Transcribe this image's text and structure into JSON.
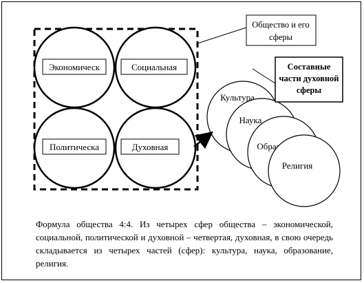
{
  "spheres": [
    {
      "label": "Экономическ"
    },
    {
      "label": "Социальная"
    },
    {
      "label": "Политическа"
    },
    {
      "label": "Духовная"
    }
  ],
  "callout_society": "Общество и его сферы",
  "callout_spiritual": "Составные части духовной сферы",
  "spiritual_parts": [
    {
      "label": "Культура"
    },
    {
      "label": "Наука"
    },
    {
      "label": "Образование"
    },
    {
      "label": "Религия"
    }
  ],
  "caption": "Формула общества 4:4. Из четырех сфер общества – экономической, социальной, политической и духовной – четвертая, духовная, в свою очередь складывается из четырех частей (сфер): культура, наука, образование, религия."
}
